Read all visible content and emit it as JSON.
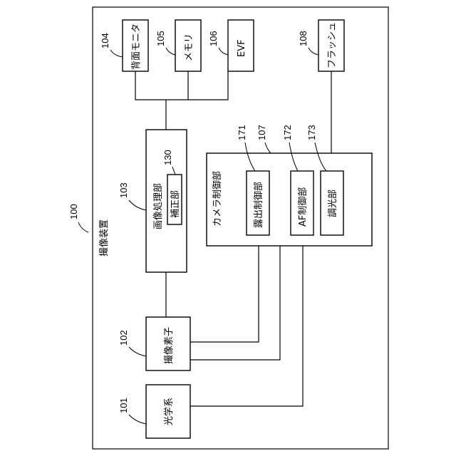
{
  "device": {
    "ref": "100",
    "label": "撮像装置"
  },
  "blocks": {
    "rear_monitor": {
      "ref": "104",
      "label": "背面モニタ"
    },
    "memory": {
      "ref": "105",
      "label": "メモリ"
    },
    "evf": {
      "ref": "106",
      "label": "EVF"
    },
    "flash": {
      "ref": "108",
      "label": "フラッシュ"
    },
    "image_processor": {
      "ref": "103",
      "label": "画像処理部"
    },
    "correction": {
      "ref": "130",
      "label": "補正部"
    },
    "camera_controller": {
      "ref": "107",
      "label": "カメラ制御部"
    },
    "exposure_control": {
      "ref": "171",
      "label": "露出制御部"
    },
    "af_control": {
      "ref": "172",
      "label": "AF制御部"
    },
    "light_control": {
      "ref": "173",
      "label": "調光部"
    },
    "image_sensor": {
      "ref": "102",
      "label": "撮像素子"
    },
    "optical_system": {
      "ref": "101",
      "label": "光学系"
    }
  }
}
